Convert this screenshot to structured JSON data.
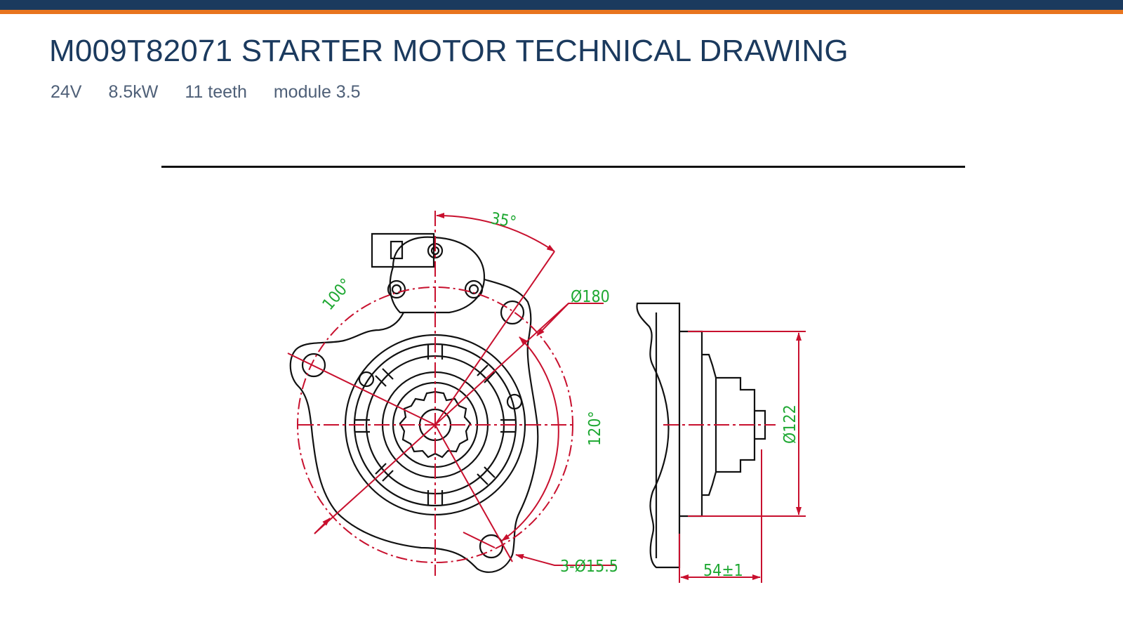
{
  "header": {
    "title": "M009T82071 STARTER MOTOR TECHNICAL DRAWING",
    "specs": [
      "24V",
      "8.5kW",
      "11 teeth",
      "module 3.5"
    ]
  },
  "drawing": {
    "labels": {
      "angle_35": "35°",
      "angle_100": "100°",
      "angle_120": "120°",
      "dia_180": "Ø180",
      "dia_122": "Ø122",
      "holes": "3-Ø15.5",
      "length": "54±1"
    }
  },
  "colors": {
    "navy": "#1b3a5e",
    "orange": "#e8741e",
    "dimension_red": "#c8102e",
    "dimension_text_green": "#1ea832"
  }
}
